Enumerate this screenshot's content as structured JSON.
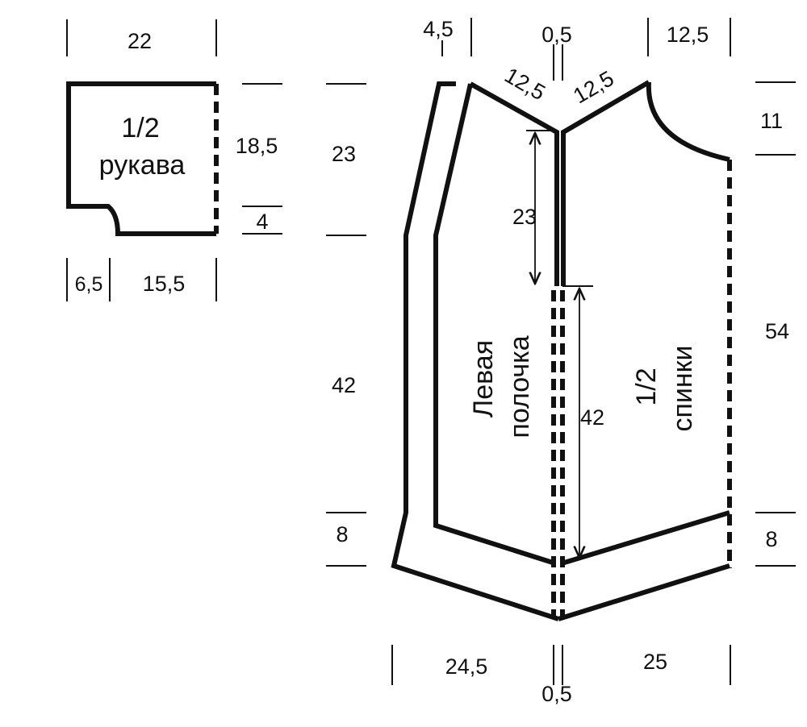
{
  "sleeve": {
    "title_line1": "1/2",
    "title_line2": "рукава",
    "dim_top_width": "22",
    "dim_height": "18,5",
    "dim_cuff": "4",
    "dim_bottom_left": "6,5",
    "dim_bottom_right": "15,5"
  },
  "front": {
    "label_line1": "Левая",
    "label_line2": "полочка",
    "dim_shoulder_offset": "4,5",
    "dim_neck_slope": "12,5",
    "dim_neck_depth": "23",
    "dim_armhole": "23",
    "dim_body": "42",
    "dim_band": "8",
    "dim_bottom_width": "24,5"
  },
  "back": {
    "label_line1": "1/2",
    "label_line2": "спинки",
    "dim_neck_slope": "12,5",
    "dim_shoulder": "12,5",
    "dim_neck_drop": "11",
    "dim_side": "54",
    "dim_band": "8",
    "dim_center_length": "42",
    "dim_bottom_width": "25"
  },
  "center": {
    "dim_gap_top": "0,5",
    "dim_gap_bottom": "0,5"
  }
}
